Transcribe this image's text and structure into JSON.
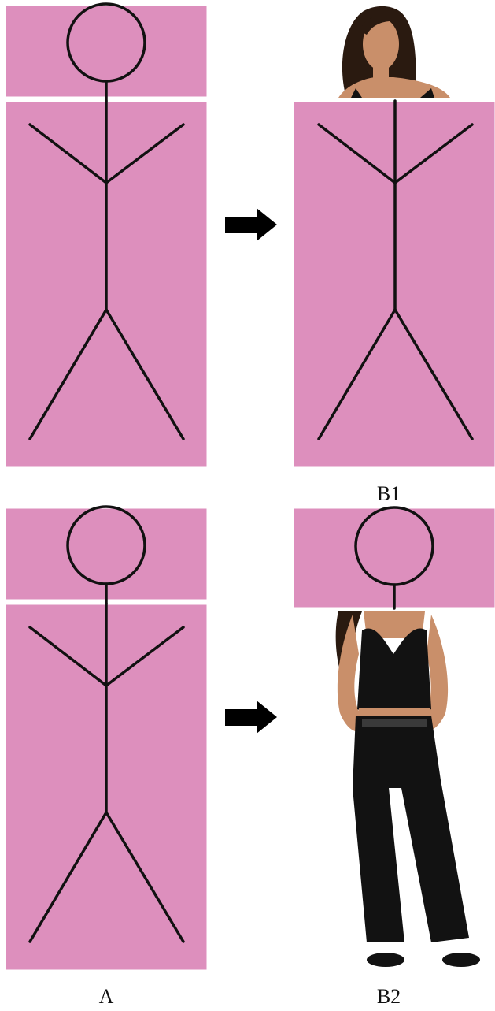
{
  "colors": {
    "panel_fill": "#dd8fbd",
    "panel_border": "#ffffff",
    "figure_stroke": "#111111",
    "arrow": "#000000",
    "skin": "#c98f6a",
    "hair": "#2a1a10",
    "clothing": "#121212"
  },
  "labels": {
    "b1": "B1",
    "a": "A",
    "b2": "B2"
  },
  "icons": {
    "arrow": "right-arrow-icon",
    "stick_figure": "stick-figure",
    "photo_head": "woman-head-photo",
    "photo_body": "woman-body-photo"
  }
}
